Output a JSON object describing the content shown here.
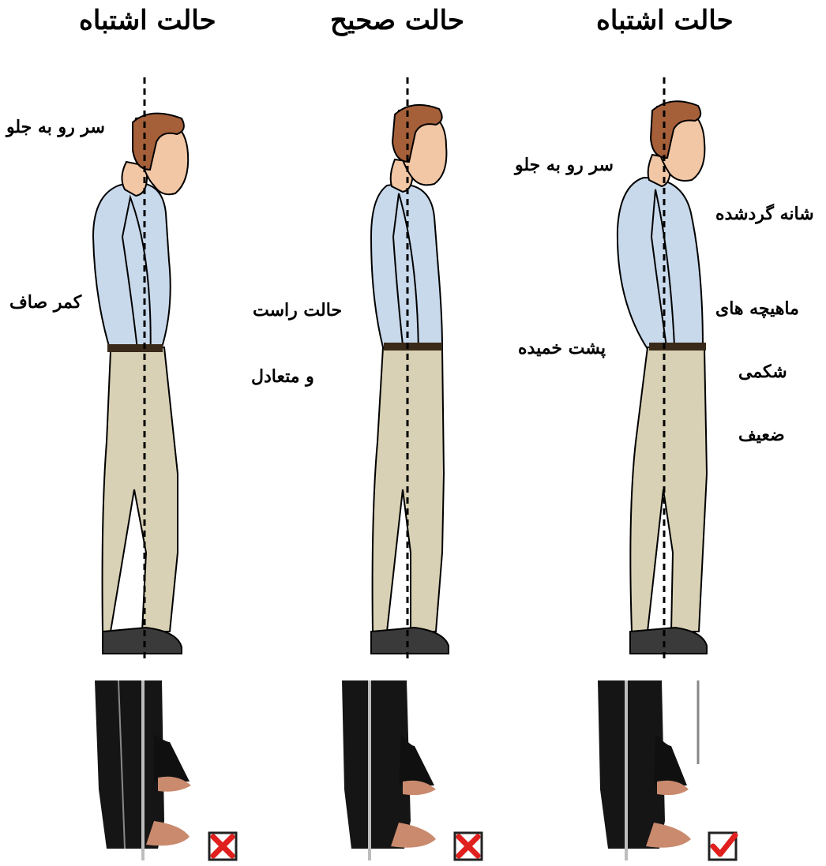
{
  "panels": [
    {
      "title": "حالت اشتباه",
      "labels": [
        "سر رو به جلو",
        "کمر صاف"
      ],
      "mark": "x",
      "mark_icon": "x-box-icon"
    },
    {
      "title": "حالت صحیح",
      "labels": [
        "حالت راست",
        "و متعادل"
      ],
      "mark": "x",
      "mark_icon": "x-box-icon"
    },
    {
      "title": "حالت اشتباه",
      "labels": [
        "سر رو به جلو",
        "شانه گردشده",
        "ماهیچه های",
        "شکمی",
        "ضعیف",
        "پشت خمیده"
      ],
      "mark": "check",
      "mark_icon": "check-box-icon"
    }
  ],
  "colors": {
    "shirt": "#c8d9ec",
    "pants": "#d9d1b5",
    "hair": "#a5603a",
    "skin": "#f2c7a5",
    "shoe": "#3a3a3a",
    "guide_line": "#000000",
    "mark_red": "#e0201e"
  }
}
